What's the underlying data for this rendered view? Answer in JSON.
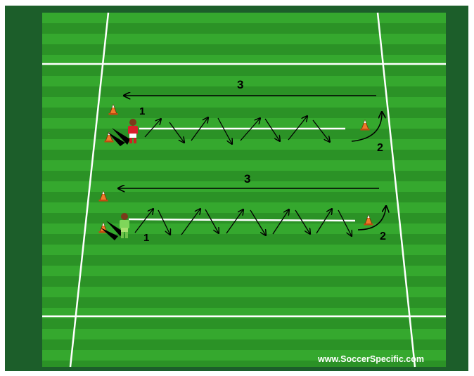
{
  "diagram": {
    "colors": {
      "border": "#1c5e2a",
      "grass_light": "#35a82e",
      "grass_dark": "#2b9226",
      "lines": "#ffffff",
      "arrows": "#000000",
      "cone": "#f07a2a",
      "player_red": "#d8202a",
      "player_green": "#7fd65a"
    },
    "lanes": [
      {
        "player_color": "red",
        "start_label": "1",
        "turn_label": "2",
        "return_label": "3"
      },
      {
        "player_color": "green",
        "start_label": "1",
        "turn_label": "2",
        "return_label": "3"
      }
    ],
    "watermark": "www.SoccerSpecific.com"
  }
}
